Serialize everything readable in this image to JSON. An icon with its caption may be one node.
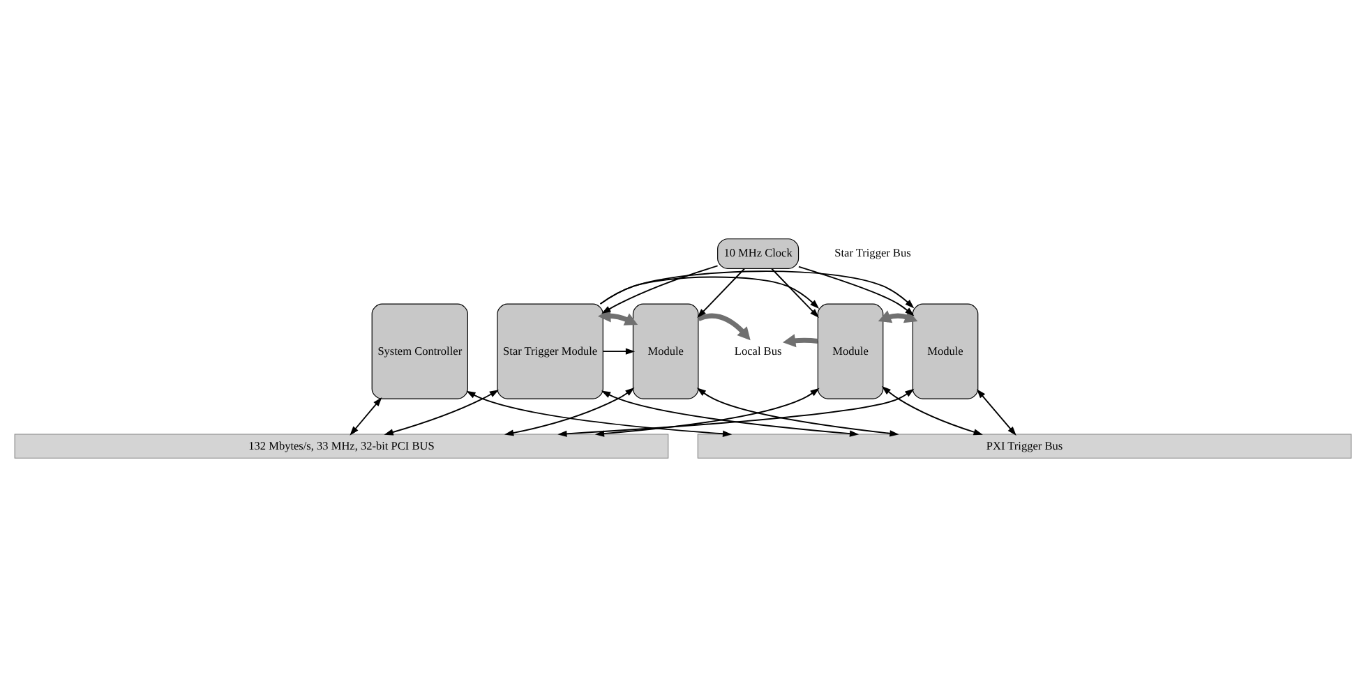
{
  "diagram": {
    "nodes": [
      {
        "text": [
          "System Controller"
        ]
      },
      {
        "text": [
          "Star Trigger Module"
        ]
      },
      {
        "text": [
          "Module"
        ]
      },
      {
        "text": [
          "Local Bus"
        ]
      },
      {
        "text": [
          "Module"
        ]
      },
      {
        "text": [
          "Module"
        ]
      },
      {
        "text": [
          "10 MHz Clock"
        ]
      },
      {
        "text": [
          "132 Mbytes/s, 33 MHz, 32-bit PCI BUS"
        ]
      },
      {
        "text": [
          "PXI Trigger Bus"
        ]
      }
    ],
    "edges": [
      {
        "from": 1,
        "to": 2,
        "arrow": "to"
      },
      {
        "from": 1,
        "to": 4,
        "arrow": "to"
      },
      {
        "from": 1,
        "to": 5,
        "arrow": "to"
      },
      {
        "from": 6,
        "to": 1,
        "arrow": "to"
      },
      {
        "from": 6,
        "to": 2,
        "arrow": "to"
      },
      {
        "from": 6,
        "to": 4,
        "arrow": "to"
      },
      {
        "from": 6,
        "to": 5,
        "arrow": "to"
      },
      {
        "from": 1,
        "to": 2,
        "arrow": "both",
        "style": "thick",
        "color": "#707070"
      },
      {
        "from": 2,
        "to": 3,
        "arrow": "to",
        "style": "thick",
        "color": "#707070"
      },
      {
        "from": 4,
        "to": 3,
        "arrow": "to",
        "style": "thick",
        "color": "#707070"
      },
      {
        "from": 4,
        "to": 5,
        "arrow": "both",
        "style": "thick",
        "color": "#707070"
      },
      {
        "from": 0,
        "to": 8,
        "arrow": "both"
      },
      {
        "from": 0,
        "to": 7,
        "arrow": "both"
      },
      {
        "from": 1,
        "to": 8,
        "arrow": "both"
      },
      {
        "from": 1,
        "to": 7,
        "arrow": "both"
      },
      {
        "from": 2,
        "to": 8,
        "arrow": "both"
      },
      {
        "from": 2,
        "to": 7,
        "arrow": "both"
      },
      {
        "from": 4,
        "to": 8,
        "arrow": "both"
      },
      {
        "from": 4,
        "to": 7,
        "arrow": "both"
      },
      {
        "from": 5,
        "to": 8,
        "arrow": "both"
      },
      {
        "from": 5,
        "to": 7,
        "arrow": "both"
      }
    ],
    "labels": [
      "Star Trigger Bus"
    ]
  }
}
